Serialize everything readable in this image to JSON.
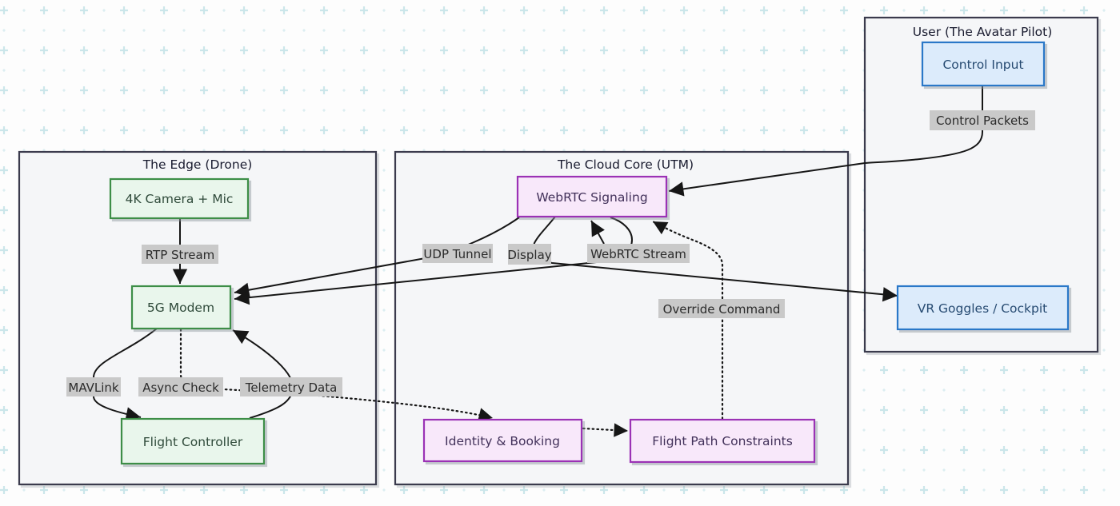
{
  "diagram_type": "architecture-flowchart",
  "panels": {
    "edge": {
      "title": "The Edge (Drone)"
    },
    "cloud": {
      "title": "The Cloud Core (UTM)"
    },
    "user": {
      "title": "User (The Avatar Pilot)"
    }
  },
  "nodes": {
    "camera": {
      "label": "4K Camera + Mic",
      "family": "green"
    },
    "modem": {
      "label": "5G Modem",
      "family": "green"
    },
    "fc": {
      "label": "Flight Controller",
      "family": "green"
    },
    "signaling": {
      "label": "WebRTC Signaling",
      "family": "purple"
    },
    "identity": {
      "label": "Identity & Booking",
      "family": "purple"
    },
    "constraints": {
      "label": "Flight Path Constraints",
      "family": "purple"
    },
    "control": {
      "label": "Control Input",
      "family": "blue"
    },
    "vr": {
      "label": "VR Goggles / Cockpit",
      "family": "blue"
    }
  },
  "edges": {
    "rtp": {
      "label": "RTP Stream",
      "style": "solid",
      "from": "camera",
      "to": "modem"
    },
    "mavlink": {
      "label": "MAVLink",
      "style": "solid",
      "from": "modem",
      "to": "fc"
    },
    "telemetry": {
      "label": "Telemetry Data",
      "style": "solid",
      "from": "fc",
      "to": "modem"
    },
    "udp": {
      "label": "UDP Tunnel",
      "style": "solid",
      "from": "signaling",
      "to": "modem"
    },
    "webrtc": {
      "label": "WebRTC Stream",
      "style": "solid",
      "from": "modem",
      "to": "signaling"
    },
    "display": {
      "label": "Display",
      "style": "solid",
      "from": "signaling",
      "to": "vr"
    },
    "packets": {
      "label": "Control Packets",
      "style": "solid",
      "from": "control",
      "to": "signaling"
    },
    "async": {
      "label": "Async Check",
      "style": "dotted",
      "from": "modem",
      "to": "identity"
    },
    "idconst": {
      "label": "",
      "style": "dotted",
      "from": "identity",
      "to": "constraints"
    },
    "override": {
      "label": "Override Command",
      "style": "dotted",
      "from": "constraints",
      "to": "signaling"
    }
  },
  "colors": {
    "canvas_background": "#fdfdfd",
    "pattern_plus": "#cbe6ea",
    "pattern_dot": "#dceef1",
    "panel_fill": "#f5f6f8",
    "panel_border": "#3a3a4e",
    "edge_line": "#161616",
    "label_chip_bg": "#c9c9c9",
    "label_chip_text": "#2b2b2b",
    "green_border": "#3e8e47",
    "green_fill": "#e9f6ec",
    "green_text": "#2f4a3a",
    "purple_border": "#9b30b5",
    "purple_fill": "#f8e8fa",
    "purple_text": "#42315a",
    "blue_border": "#2978c8",
    "blue_fill": "#dcebfb",
    "blue_text": "#274b72"
  }
}
